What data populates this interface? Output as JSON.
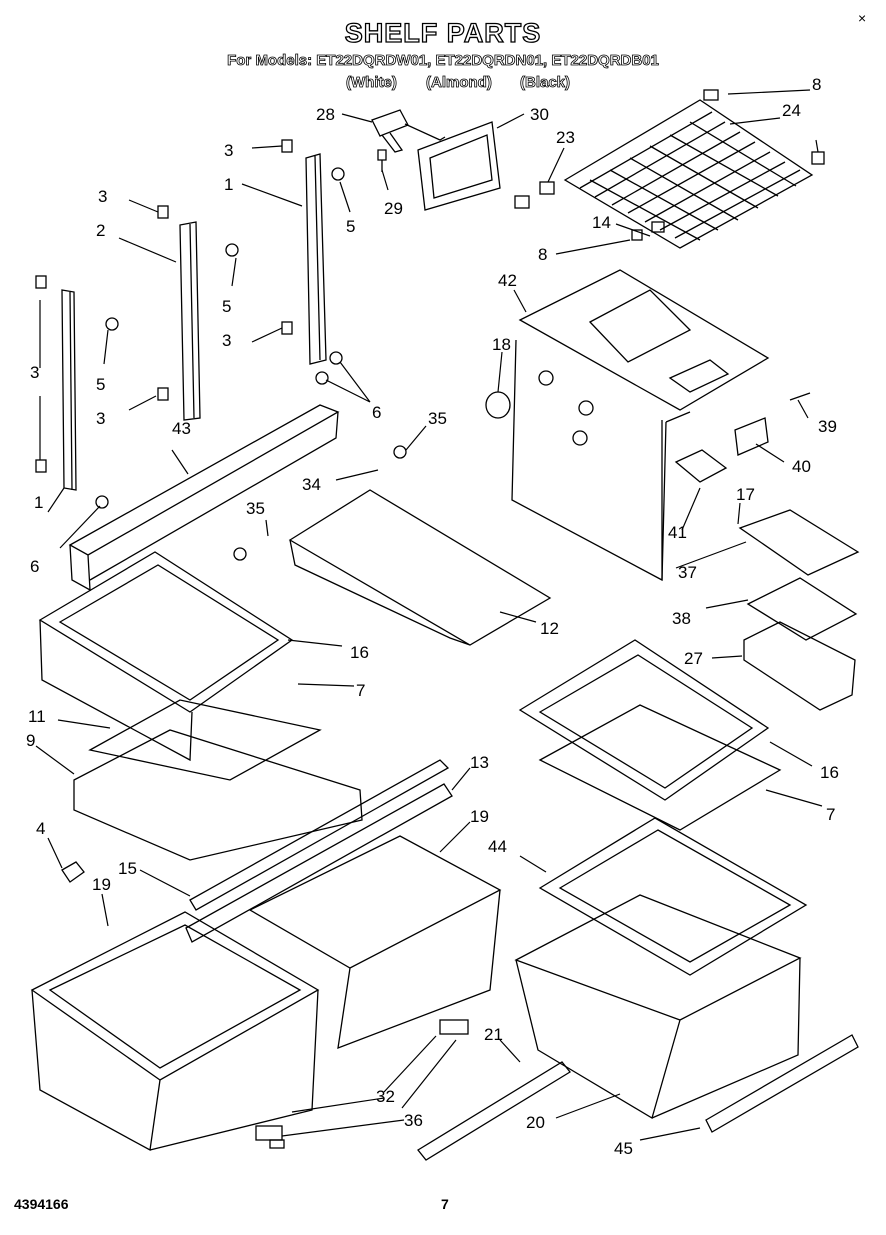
{
  "title": "SHELF PARTS",
  "models_line": "For Models: ET22DQRDW01, ET22DQRDN01, ET22DQRDB01",
  "colors": [
    "(White)",
    "(Almond)",
    "(Black)"
  ],
  "doc_number": "4394166",
  "page_number": "7",
  "corner_mark": "×",
  "callouts": [
    {
      "id": "c28",
      "text": "28"
    },
    {
      "id": "c30",
      "text": "30"
    },
    {
      "id": "c8a",
      "text": "8"
    },
    {
      "id": "c24",
      "text": "24"
    },
    {
      "id": "c3a",
      "text": "3"
    },
    {
      "id": "c23",
      "text": "23"
    },
    {
      "id": "c1a",
      "text": "1"
    },
    {
      "id": "c3b",
      "text": "3"
    },
    {
      "id": "c29",
      "text": "29"
    },
    {
      "id": "c5a",
      "text": "5"
    },
    {
      "id": "c2",
      "text": "2"
    },
    {
      "id": "c14",
      "text": "14"
    },
    {
      "id": "c8b",
      "text": "8"
    },
    {
      "id": "c5b",
      "text": "5"
    },
    {
      "id": "c3c",
      "text": "3"
    },
    {
      "id": "c42",
      "text": "42"
    },
    {
      "id": "c5c",
      "text": "5"
    },
    {
      "id": "c3d",
      "text": "3"
    },
    {
      "id": "c18",
      "text": "18"
    },
    {
      "id": "c3e",
      "text": "3"
    },
    {
      "id": "c6a",
      "text": "6"
    },
    {
      "id": "c35a",
      "text": "35"
    },
    {
      "id": "c39",
      "text": "39"
    },
    {
      "id": "c43",
      "text": "43"
    },
    {
      "id": "c40",
      "text": "40"
    },
    {
      "id": "c34",
      "text": "34"
    },
    {
      "id": "c1b",
      "text": "1"
    },
    {
      "id": "c35b",
      "text": "35"
    },
    {
      "id": "c17",
      "text": "17"
    },
    {
      "id": "c41",
      "text": "41"
    },
    {
      "id": "c6b",
      "text": "6"
    },
    {
      "id": "c37",
      "text": "37"
    },
    {
      "id": "c38",
      "text": "38"
    },
    {
      "id": "c12",
      "text": "12"
    },
    {
      "id": "c16a",
      "text": "16"
    },
    {
      "id": "c27",
      "text": "27"
    },
    {
      "id": "c7a",
      "text": "7"
    },
    {
      "id": "c11",
      "text": "11"
    },
    {
      "id": "c9",
      "text": "9"
    },
    {
      "id": "c16b",
      "text": "16"
    },
    {
      "id": "c13",
      "text": "13"
    },
    {
      "id": "c7b",
      "text": "7"
    },
    {
      "id": "c4",
      "text": "4"
    },
    {
      "id": "c19a",
      "text": "19"
    },
    {
      "id": "c44",
      "text": "44"
    },
    {
      "id": "c15",
      "text": "15"
    },
    {
      "id": "c19b",
      "text": "19"
    },
    {
      "id": "c21",
      "text": "21"
    },
    {
      "id": "c32",
      "text": "32"
    },
    {
      "id": "c36",
      "text": "36"
    },
    {
      "id": "c20",
      "text": "20"
    },
    {
      "id": "c45",
      "text": "45"
    }
  ]
}
